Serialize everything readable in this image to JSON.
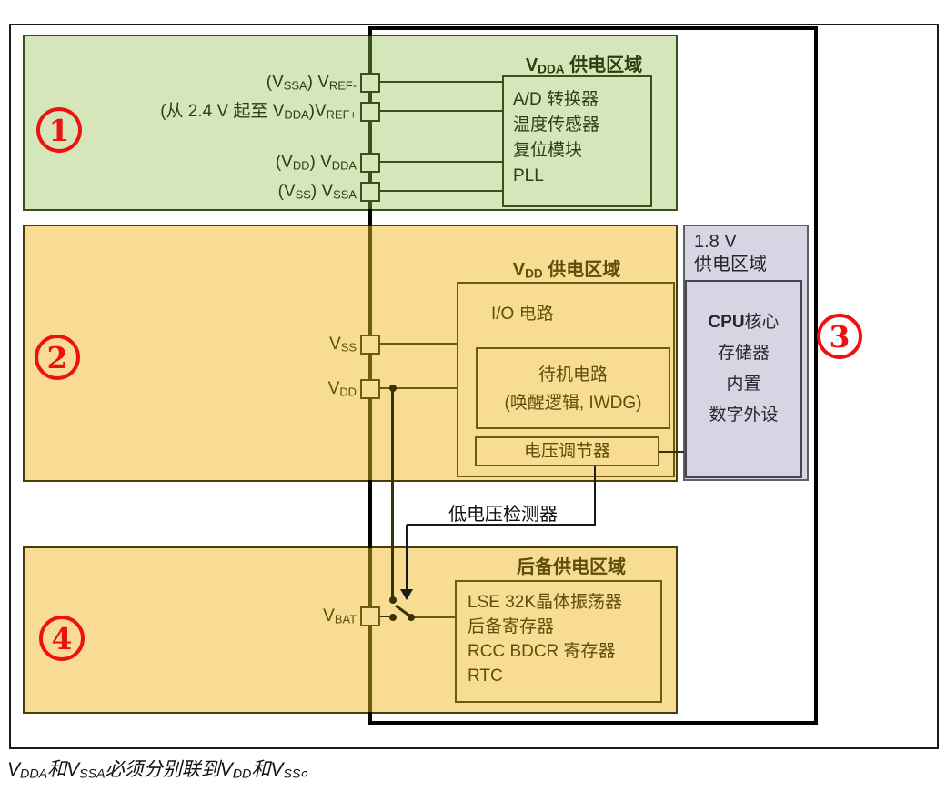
{
  "colors": {
    "region_green": "#d5e6ba",
    "region_yellow": "#f8dc93",
    "region_purple": "#d8d4e3",
    "green_dark": "#3b511b",
    "brown_dark": "#6b5a10",
    "brown_frame": "#4a3d08",
    "purple_dark": "#5e5e68",
    "badge_red": "#ee1111"
  },
  "regions": {
    "vdda": {
      "badge": "1",
      "title": [
        [
          "b",
          "V"
        ],
        [
          "bs",
          "DDA"
        ],
        [
          "b",
          " 供电区域"
        ]
      ],
      "module_lines": [
        "A/D 转换器",
        "温度传感器",
        "复位模块",
        "PLL"
      ],
      "pin_labels": [
        [
          [
            "t",
            "(V"
          ],
          [
            "s",
            "SSA"
          ],
          [
            "t",
            ") V"
          ],
          [
            "s",
            "REF-"
          ]
        ],
        [
          [
            "t",
            "(从 2.4 V 起至 V"
          ],
          [
            "s",
            "DDA"
          ],
          [
            "t",
            ")V"
          ],
          [
            "s",
            "REF+"
          ]
        ],
        [
          [
            "t",
            "(V"
          ],
          [
            "s",
            "DD"
          ],
          [
            "t",
            ") V"
          ],
          [
            "s",
            "DDA"
          ]
        ],
        [
          [
            "t",
            "(V"
          ],
          [
            "s",
            "SS"
          ],
          [
            "t",
            ") V"
          ],
          [
            "s",
            "SSA"
          ]
        ]
      ]
    },
    "vdd": {
      "badge": "2",
      "title": [
        [
          "b",
          "V"
        ],
        [
          "bs",
          "DD"
        ],
        [
          "b",
          " 供电区域"
        ]
      ],
      "io_label": "I/O 电路",
      "standby_lines": [
        "待机电路",
        "(唤醒逻辑, IWDG)"
      ],
      "regulator_label": "电压调节器",
      "pin_vss": [
        [
          "t",
          "V"
        ],
        [
          "s",
          "SS"
        ]
      ],
      "pin_vdd": [
        [
          "t",
          "V"
        ],
        [
          "s",
          "DD"
        ]
      ]
    },
    "v18": {
      "badge": "3",
      "title_line1": "1.8 V",
      "title_line2": "供电区域",
      "core_lines": [
        [
          [
            "b",
            "CPU"
          ],
          [
            "t",
            "核心"
          ]
        ],
        [
          [
            "t",
            "存储器"
          ]
        ],
        [
          [
            "t",
            "内置"
          ]
        ],
        [
          [
            "t",
            "数字外设"
          ]
        ]
      ]
    },
    "backup": {
      "badge": "4",
      "title": "后备供电区域",
      "module_lines": [
        "LSE 32K晶体振荡器",
        "后备寄存器",
        "RCC BDCR 寄存器",
        "RTC"
      ],
      "pin_vbat": [
        [
          "t",
          "V"
        ],
        [
          "s",
          "BAT"
        ]
      ]
    }
  },
  "lvd_label": "低电压检测器",
  "caption": [
    [
      "t",
      "V"
    ],
    [
      "s",
      "DDA"
    ],
    [
      "t",
      "和V"
    ],
    [
      "s",
      "SSA"
    ],
    [
      "t",
      "必须分别联到V"
    ],
    [
      "s",
      "DD"
    ],
    [
      "t",
      "和V"
    ],
    [
      "s",
      "SS"
    ],
    [
      "t",
      "。"
    ]
  ]
}
